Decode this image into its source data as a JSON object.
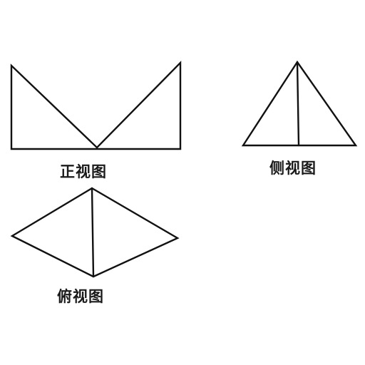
{
  "views": {
    "front": {
      "label": "正视图"
    },
    "side": {
      "label": "侧视图"
    },
    "top": {
      "label": "俯视图"
    }
  },
  "style": {
    "stroke_color": "#111111",
    "background": "#ffffff"
  }
}
